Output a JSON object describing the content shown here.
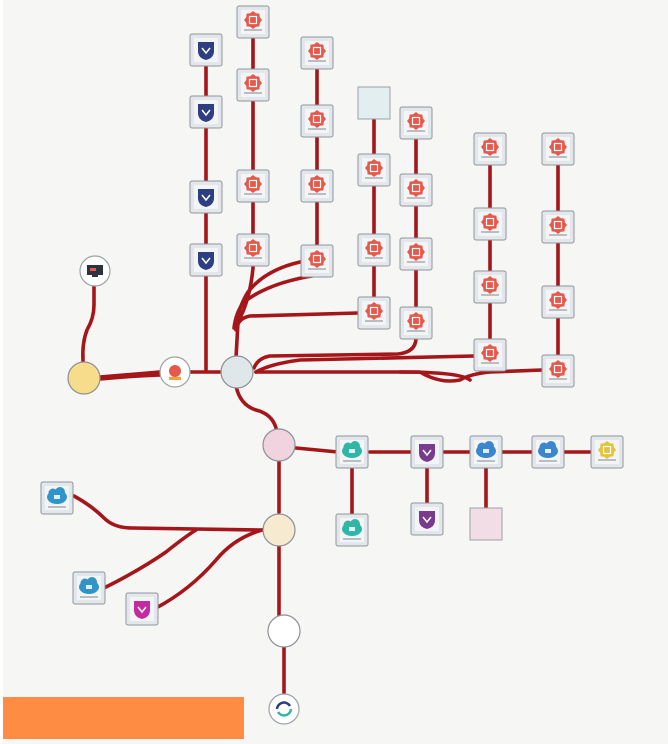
{
  "palette": {
    "line": "#a4161a",
    "badge_red": "#e8584a",
    "badge_navy": "#2d3e82",
    "badge_teal": "#2fb6a6",
    "badge_purple": "#7a3b8f",
    "badge_blue": "#3a87d0",
    "badge_gold": "#e4c23a",
    "badge_magenta": "#c42ba0",
    "badge_cyan": "#2f94c8",
    "hub_gray": "#dfe7ea",
    "hub_yellow": "#f7dc8c",
    "hub_pink": "#f1d3e0",
    "hub_cream": "#f6ead0",
    "hub_white": "#ffffff",
    "tile_bg": "#e3e6ea",
    "empty_gray": "#e2eef0",
    "empty_pink": "#f2dce6",
    "accent_orange": "#ff8c42"
  },
  "hubs": [
    {
      "id": "hub-left-yellow",
      "fill": "hub_yellow"
    },
    {
      "id": "hub-main-gray",
      "fill": "hub_gray"
    },
    {
      "id": "hub-pink",
      "fill": "hub_pink"
    },
    {
      "id": "hub-cream",
      "fill": "hub_cream"
    },
    {
      "id": "hub-white",
      "fill": "hub_white"
    }
  ],
  "badges": [
    {
      "id": "b-navy-1",
      "icon": "badge_navy",
      "shape": "shield"
    },
    {
      "id": "b-navy-2",
      "icon": "badge_navy",
      "shape": "shield"
    },
    {
      "id": "b-navy-3",
      "icon": "badge_navy",
      "shape": "shield"
    },
    {
      "id": "b-navy-4",
      "icon": "badge_navy",
      "shape": "shield"
    },
    {
      "id": "b-red-c2-1",
      "icon": "badge_red",
      "shape": "seal"
    },
    {
      "id": "b-red-c2-2",
      "icon": "badge_red",
      "shape": "seal"
    },
    {
      "id": "b-red-c2-3",
      "icon": "badge_red",
      "shape": "seal"
    },
    {
      "id": "b-red-c2-4",
      "icon": "badge_red",
      "shape": "seal"
    },
    {
      "id": "b-red-c3-1",
      "icon": "badge_red",
      "shape": "seal"
    },
    {
      "id": "b-red-c3-2",
      "icon": "badge_red",
      "shape": "seal"
    },
    {
      "id": "b-red-c3-3",
      "icon": "badge_red",
      "shape": "seal"
    },
    {
      "id": "b-red-c3-4",
      "icon": "badge_red",
      "shape": "seal"
    },
    {
      "id": "b-red-c4-1",
      "icon": "badge_red",
      "shape": "seal"
    },
    {
      "id": "b-red-c4-2",
      "icon": "badge_red",
      "shape": "seal"
    },
    {
      "id": "b-red-c4-3",
      "icon": "badge_red",
      "shape": "seal"
    },
    {
      "id": "b-red-c5-1",
      "icon": "badge_red",
      "shape": "seal"
    },
    {
      "id": "b-red-c5-2",
      "icon": "badge_red",
      "shape": "seal"
    },
    {
      "id": "b-red-c5-3",
      "icon": "badge_red",
      "shape": "seal"
    },
    {
      "id": "b-red-c5-4",
      "icon": "badge_red",
      "shape": "seal"
    },
    {
      "id": "b-red-c6-1",
      "icon": "badge_red",
      "shape": "seal"
    },
    {
      "id": "b-red-c6-2",
      "icon": "badge_red",
      "shape": "seal"
    },
    {
      "id": "b-red-c6-3",
      "icon": "badge_red",
      "shape": "seal"
    },
    {
      "id": "b-red-c6-4",
      "icon": "badge_red",
      "shape": "seal"
    },
    {
      "id": "b-red-c7-1",
      "icon": "badge_red",
      "shape": "seal"
    },
    {
      "id": "b-red-c7-2",
      "icon": "badge_red",
      "shape": "seal"
    },
    {
      "id": "b-red-c7-3",
      "icon": "badge_red",
      "shape": "seal"
    },
    {
      "id": "b-red-c7-4",
      "icon": "badge_red",
      "shape": "seal"
    },
    {
      "id": "b-teal-1",
      "icon": "badge_teal",
      "shape": "cloud"
    },
    {
      "id": "b-teal-2",
      "icon": "badge_teal",
      "shape": "cloud"
    },
    {
      "id": "b-purple-1",
      "icon": "badge_purple",
      "shape": "shield"
    },
    {
      "id": "b-purple-2",
      "icon": "badge_purple",
      "shape": "shield"
    },
    {
      "id": "b-blue-1",
      "icon": "badge_blue",
      "shape": "cloud"
    },
    {
      "id": "b-blue-2",
      "icon": "badge_blue",
      "shape": "cloud"
    },
    {
      "id": "b-gold-1",
      "icon": "badge_gold",
      "shape": "seal"
    },
    {
      "id": "b-cyan-1",
      "icon": "badge_cyan",
      "shape": "cloud"
    },
    {
      "id": "b-cyan-2",
      "icon": "badge_cyan",
      "shape": "cloud"
    },
    {
      "id": "b-magenta-1",
      "icon": "badge_magenta",
      "shape": "shield"
    },
    {
      "id": "b-red-circle",
      "icon": "badge_red",
      "shape": "round"
    },
    {
      "id": "b-monitor-circle",
      "icon": "badge_navy",
      "shape": "monitor"
    },
    {
      "id": "b-sync-circle",
      "icon": "badge_navy",
      "shape": "sync"
    }
  ],
  "empty_tiles": [
    {
      "id": "empty-gray",
      "fill": "empty_gray"
    },
    {
      "id": "empty-pink",
      "fill": "empty_pink"
    }
  ]
}
